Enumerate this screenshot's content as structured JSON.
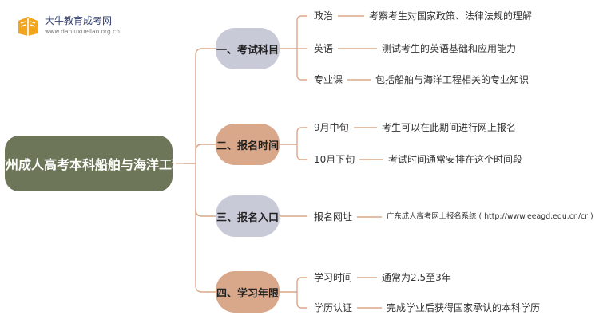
{
  "logo": {
    "name": "大牛教育成考网",
    "url": "www.daniuxueiiao.org.cn",
    "icon": "book-icon"
  },
  "colors": {
    "root_bg": "#6d7658",
    "branch_primary": "#d9a88a",
    "branch_secondary": "#c8cad8",
    "connector": "#d9a88a"
  },
  "root": {
    "label": "广州成人高考本科船舶与海洋工程"
  },
  "branches": [
    {
      "label": "一、考试科目",
      "style": "secondary",
      "leaves": [
        {
          "label": "政治",
          "desc": "考察考生对国家政策、法律法规的理解"
        },
        {
          "label": "英语",
          "desc": "测试考生的英语基础和应用能力"
        },
        {
          "label": "专业课",
          "desc": "包括船舶与海洋工程相关的专业知识"
        }
      ]
    },
    {
      "label": "二、报名时间",
      "style": "primary",
      "leaves": [
        {
          "label": "9月中旬",
          "desc": "考生可以在此期间进行网上报名"
        },
        {
          "label": "10月下旬",
          "desc": "考试时间通常安排在这个时间段"
        }
      ]
    },
    {
      "label": "三、报名入口",
      "style": "secondary",
      "leaves": [
        {
          "label": "报名网址",
          "desc": "广东成人高考网上报名系统 ( http://www.eeagd.edu.cn/cr )"
        }
      ]
    },
    {
      "label": "四、学习年限",
      "style": "primary",
      "leaves": [
        {
          "label": "学习时间",
          "desc": "通常为2.5至3年"
        },
        {
          "label": "学历认证",
          "desc": "完成学业后获得国家承认的本科学历"
        }
      ]
    }
  ]
}
